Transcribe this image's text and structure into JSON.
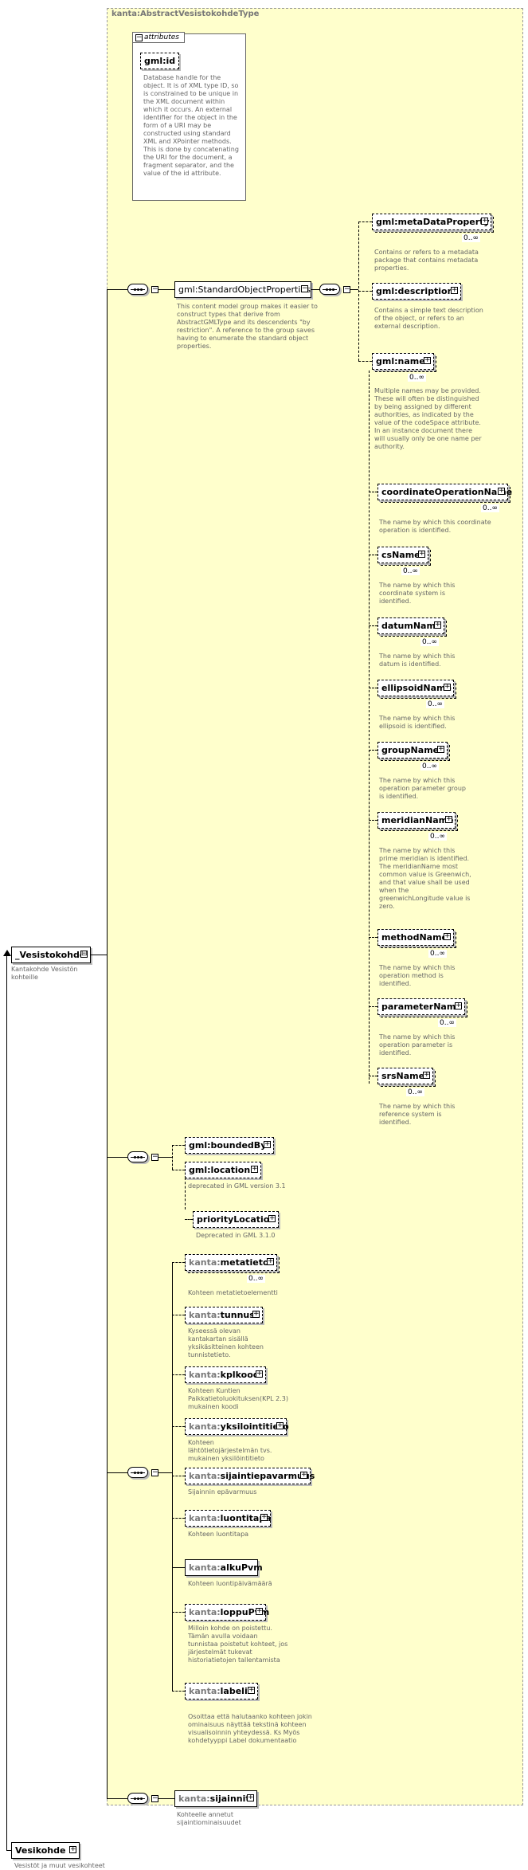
{
  "complex_type": {
    "title": "kanta:AbstractVesistokohdeType",
    "attributes_label": "attributes",
    "id_attr": {
      "name": "gml:id",
      "doc": "Database handle for the object.  It is of XML type ID, so is constrained to be unique in the XML document within which it occurs.  An external identifier for the object in the form of a URI may be constructed using standard XML and XPointer methods.  This is done by concatenating the URI for the document, a fragment separator, and the value of the id attribute."
    }
  },
  "root": {
    "name": "_Vesistokohde",
    "doc": "Kantakohde Vesistön kohteille"
  },
  "root2": {
    "name": "Vesikohde",
    "doc": "Vesistöt ja muut vesikohteet"
  },
  "group": {
    "name": "gml:StandardObjectProperties",
    "doc": "This content model group makes it easier to construct types that derive from AbstractGMLType and its descendents \"by restriction\".  A reference to the group saves having to enumerate the standard object properties."
  },
  "gml_items": [
    {
      "name": "gml:metaDataProperty",
      "card": "0..∞",
      "doc": "Contains or refers to a metadata package that contains metadata properties."
    },
    {
      "name": "gml:description",
      "card": "",
      "doc": "Contains a simple text description of the object, or refers to an external description."
    },
    {
      "name": "gml:name",
      "card": "0..∞",
      "doc": "Multiple names may be provided.  These will often be distinguished by being assigned by different authorities, as indicated by the value of the codeSpace attribute.  In an instance document there will usually only be one name per authority."
    }
  ],
  "name_subs": [
    {
      "name": "coordinateOperationName",
      "card": "0..∞",
      "doc": "The name by which this coordinate operation is identified."
    },
    {
      "name": "csName",
      "card": "0..∞",
      "doc": "The name by which this coordinate system is identified."
    },
    {
      "name": "datumName",
      "card": "0..∞",
      "doc": "The name by which this datum is identified."
    },
    {
      "name": "ellipsoidName",
      "card": "0..∞",
      "doc": "The name by which this ellipsoid is identified."
    },
    {
      "name": "groupName",
      "card": "0..∞",
      "doc": "The name by which this operation parameter group is identified."
    },
    {
      "name": "meridianName",
      "card": "0..∞",
      "doc": "The name by which this prime meridian is identified. The meridianName most common value is Greenwich, and that value shall be used when the greenwichLongitude value is zero."
    },
    {
      "name": "methodName",
      "card": "0..∞",
      "doc": "The name by which this operation method is identified."
    },
    {
      "name": "parameterName",
      "card": "0..∞",
      "doc": "The name by which this operation parameter is identified."
    },
    {
      "name": "srsName",
      "card": "0..∞",
      "doc": "The name by which this reference system is identified."
    }
  ],
  "bounds": [
    {
      "name": "gml:boundedBy",
      "doc": ""
    },
    {
      "name": "gml:location",
      "doc": "deprecated in GML version 3.1"
    },
    {
      "name": "priorityLocation",
      "doc": "Deprecated in GML 3.1.0"
    }
  ],
  "kanta_items": [
    {
      "ns": "kanta:",
      "name": "metatieto",
      "card": "0..∞",
      "doc": "Kohteen metatietoelementti"
    },
    {
      "ns": "kanta:",
      "name": "tunnus",
      "card": "",
      "doc": "Kyseessä olevan kantakartan sisällä yksikäsitteinen kohteen tunnistetieto."
    },
    {
      "ns": "kanta:",
      "name": "kplkoodi",
      "card": "",
      "doc": "Kohteen Kuntien Paikkatietoluokituksen(KPL 2.3) mukainen koodi"
    },
    {
      "ns": "kanta:",
      "name": "yksilointitieto",
      "card": "",
      "doc": "Kohteen lähtötietojärjestelmän tvs. mukainen yksilöintitieto"
    },
    {
      "ns": "kanta:",
      "name": "sijaintiepavarmuus",
      "card": "",
      "doc": "Sijainnin epävarmuus"
    },
    {
      "ns": "kanta:",
      "name": "luontitapa",
      "card": "",
      "doc": "Kohteen luontitapa"
    },
    {
      "ns": "kanta:",
      "name": "alkuPvm",
      "card": "",
      "doc": "Kohteen luontipäivämäärä"
    },
    {
      "ns": "kanta:",
      "name": "loppuPvm",
      "card": "",
      "doc": "Milloin kohde on poistettu. Tämän avulla voidaan tunnistaa poistetut kohteet, jos järjestelmät tukevat historiatietojen tallentamista"
    },
    {
      "ns": "kanta:",
      "name": "labelit",
      "card": "",
      "doc": "Osoittaa että halutaanko kohteen jokin ominaisuus näyttää tekstinä kohteen visualisoinnin yhteydessä.  Ks Myös kohdetyyppi Label dokumentaatio"
    }
  ],
  "sijainnit": {
    "ns": "kanta:",
    "name": "sijainnit",
    "doc": "Kohteelle annetut sijaintiominaisuudet"
  }
}
